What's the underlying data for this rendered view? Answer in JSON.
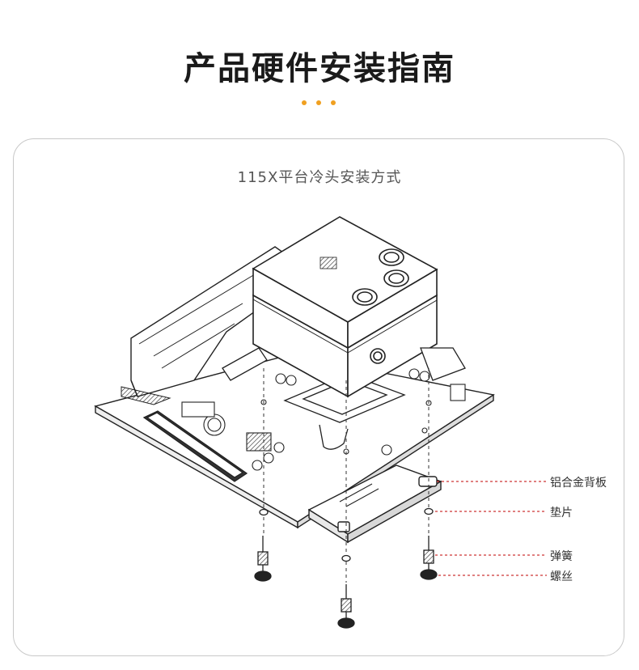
{
  "header": {
    "title": "产品硬件安装指南",
    "accent_color": "#f0a020"
  },
  "card": {
    "subtitle": "115X平台冷头安装方式"
  },
  "callouts": [
    {
      "label": "铝合金背板"
    },
    {
      "label": "垫片"
    },
    {
      "label": "弹簧"
    },
    {
      "label": "螺丝"
    }
  ],
  "callout_line_color": "#c00000"
}
